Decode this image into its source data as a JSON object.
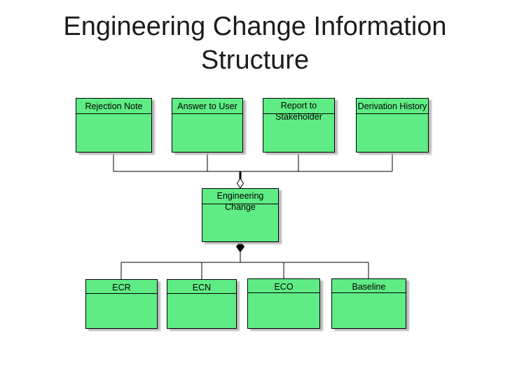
{
  "slide": {
    "title": "Engineering Change Information Structure",
    "background": "#ffffff"
  },
  "diagram": {
    "node_style": {
      "fill": "#5fec85",
      "border": "#000000",
      "text_color": "#000000",
      "shadow": "#b9b9b9"
    },
    "connector_color": "#000000",
    "relation_icons": {
      "top": "open-diamond",
      "bottom": "filled-diamond"
    },
    "top_row": [
      {
        "label": "Rejection Note"
      },
      {
        "label": "Answer to User"
      },
      {
        "label": "Report to Stakeholder"
      },
      {
        "label": "Derivation History"
      }
    ],
    "center": {
      "label": "Engineering Change"
    },
    "bottom_row": [
      {
        "label": "ECR"
      },
      {
        "label": "ECN"
      },
      {
        "label": "ECO"
      },
      {
        "label": "Baseline"
      }
    ]
  }
}
